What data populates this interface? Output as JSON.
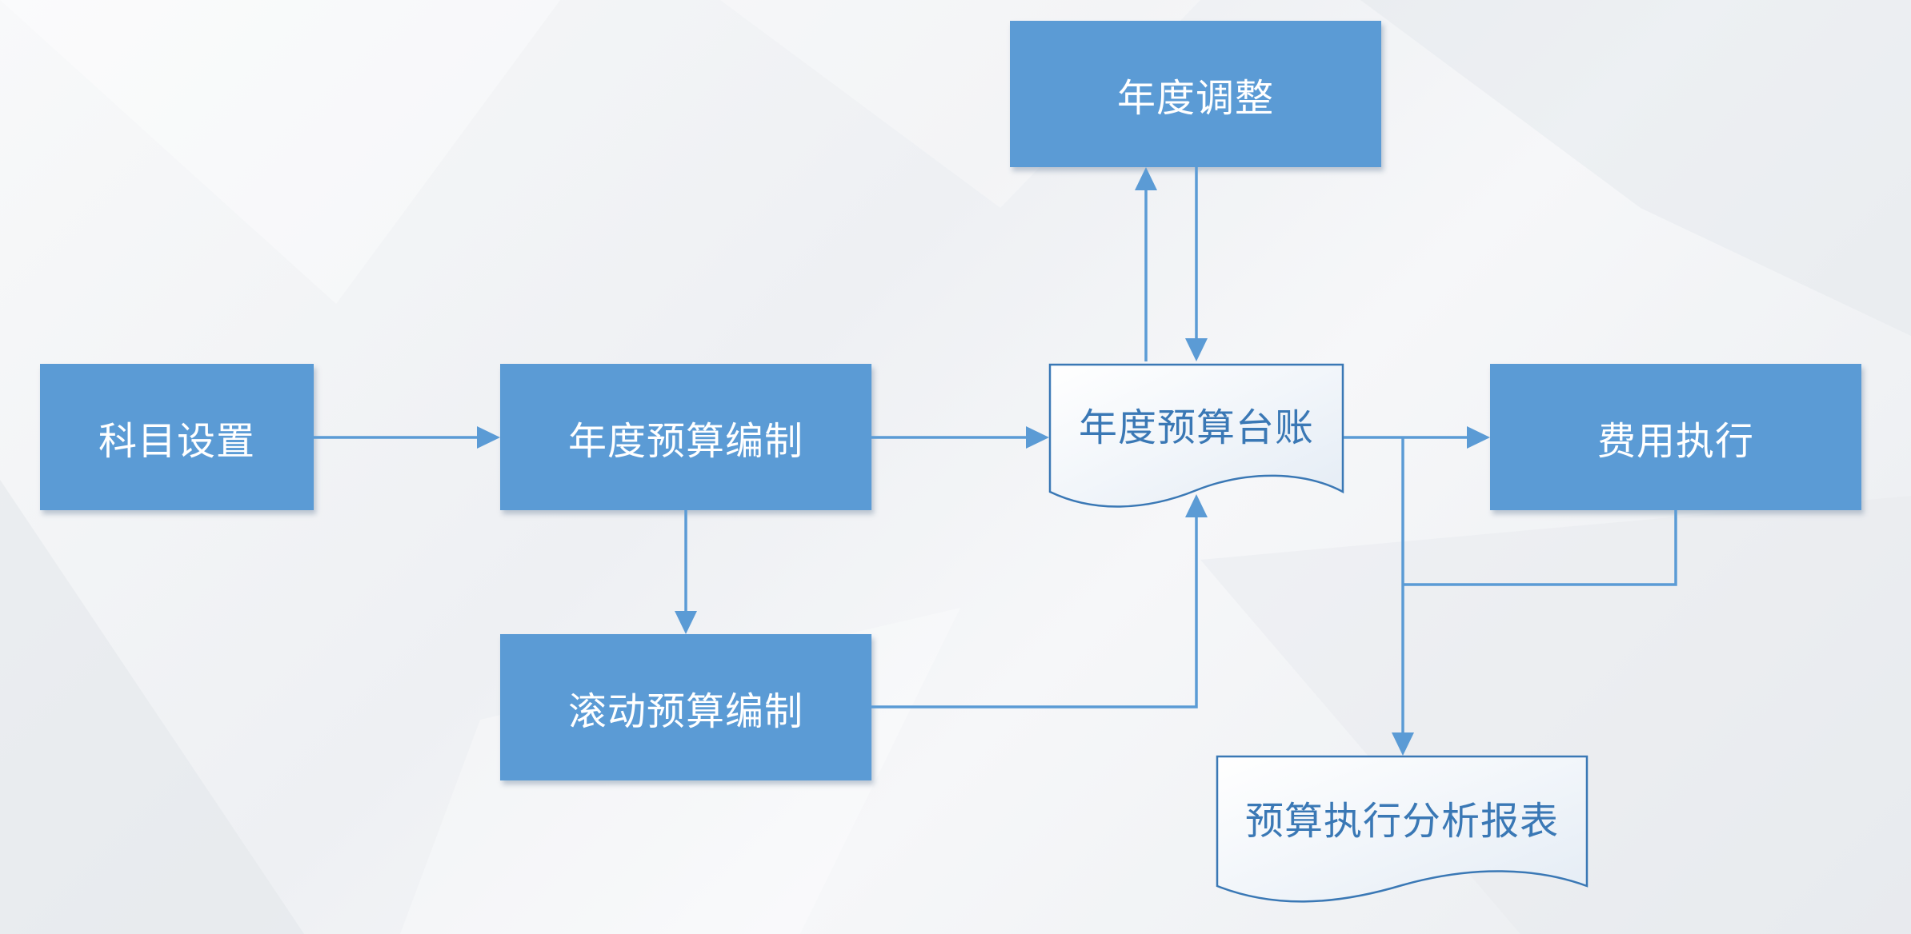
{
  "nodes": {
    "subject_setup": "科目设置",
    "annual_budget_prep": "年度预算编制",
    "rolling_budget_prep": "滚动预算编制",
    "annual_adjustment": "年度调整",
    "annual_budget_ledger": "年度预算台账",
    "expense_execution": "费用执行",
    "budget_execution_report": "预算执行分析报表"
  },
  "colors": {
    "box_fill": "#5b9bd5",
    "box_text": "#ffffff",
    "doc_stroke": "#3a78b5",
    "doc_text": "#3a78b5",
    "connector": "#5b9bd5"
  }
}
